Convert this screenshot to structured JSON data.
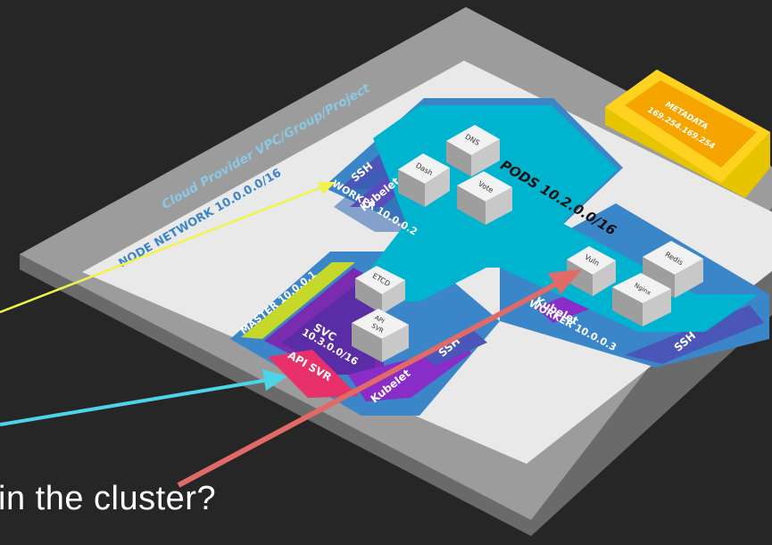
{
  "provider": {
    "label": "Cloud Provider VPC/Group/Project"
  },
  "node_network": {
    "label": "NODE NETWORK 10.0.0.0/16"
  },
  "metadata": {
    "title": "METADATA",
    "ip": "169.254.169.254"
  },
  "pods": {
    "label": "PODS 10.2.0.0/16"
  },
  "worker_2": {
    "label": "WORKER 10.0.0.2",
    "kubelet": "Kubelet",
    "ssh": "SSH",
    "pods": [
      "DNS",
      "Dash",
      "Vote"
    ]
  },
  "master": {
    "label": "MASTER 10.0.0.1",
    "svc": "SVC",
    "svc_cidr": "10.3.0.0/16",
    "api_svr": "API SVR",
    "kubelet": "Kubelet",
    "ssh": "SSH",
    "etcd": "ETCD",
    "api_box_line1": "API",
    "api_box_line2": "SVR"
  },
  "worker_3": {
    "label": "WORKER 10.0.0.3",
    "kubelet": "Kubelet",
    "ssh": "SSH",
    "pods": [
      "Vuln",
      "Redis",
      "Nginx"
    ]
  },
  "arrows": {
    "yellow": "#f2f24a",
    "cyan": "#4dd4e6",
    "red": "#e06a66"
  },
  "caption": "in the cluster?"
}
